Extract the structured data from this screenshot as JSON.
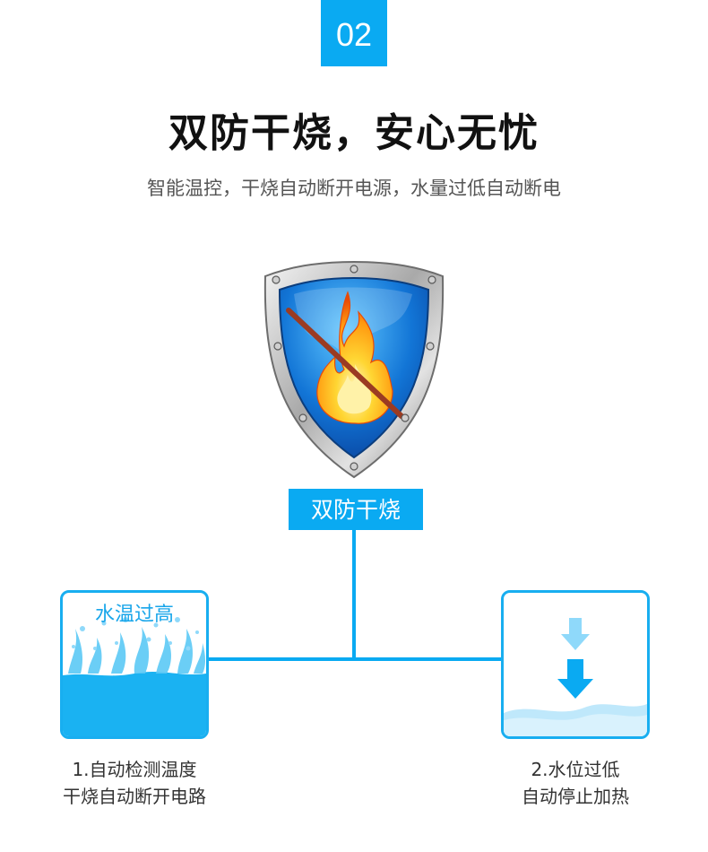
{
  "section_number": "02",
  "title": "双防干烧，安心无忧",
  "subtitle": "智能温控，干烧自动断开电源，水量过低自动断电",
  "center_label": "双防干烧",
  "cards": [
    {
      "title": "水温过高",
      "caption_line1": "1.自动检测温度",
      "caption_line2": "干烧自动断开电路"
    },
    {
      "title": "",
      "caption_line1": "2.水位过低",
      "caption_line2": "自动停止加热"
    }
  ],
  "colors": {
    "accent": "#0aaaf2",
    "water": "#1ab2f2",
    "flame": "#ffb400"
  },
  "icons": [
    "shield-icon",
    "fire-icon",
    "splash-icon",
    "down-arrow-icon"
  ]
}
